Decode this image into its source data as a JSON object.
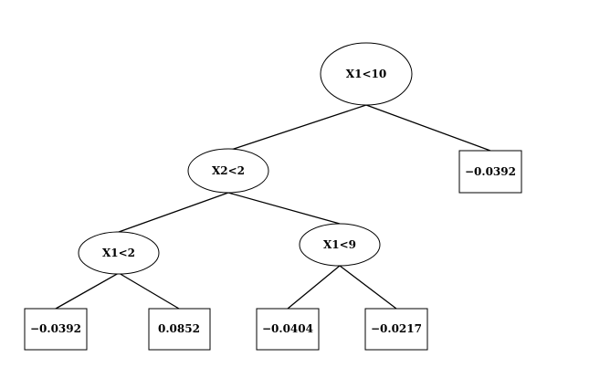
{
  "tree": {
    "root": {
      "label": "X1<10"
    },
    "split_x2_lt_2": {
      "label": "X2<2"
    },
    "leaf_right_top": {
      "label": "−0.0392"
    },
    "split_x1_lt_2": {
      "label": "X1<2"
    },
    "split_x1_lt_9": {
      "label": "X1<9"
    },
    "leaf_1": {
      "label": "−0.0392"
    },
    "leaf_2": {
      "label": "0.0852"
    },
    "leaf_3": {
      "label": "−0.0404"
    },
    "leaf_4": {
      "label": "−0.0217"
    }
  }
}
